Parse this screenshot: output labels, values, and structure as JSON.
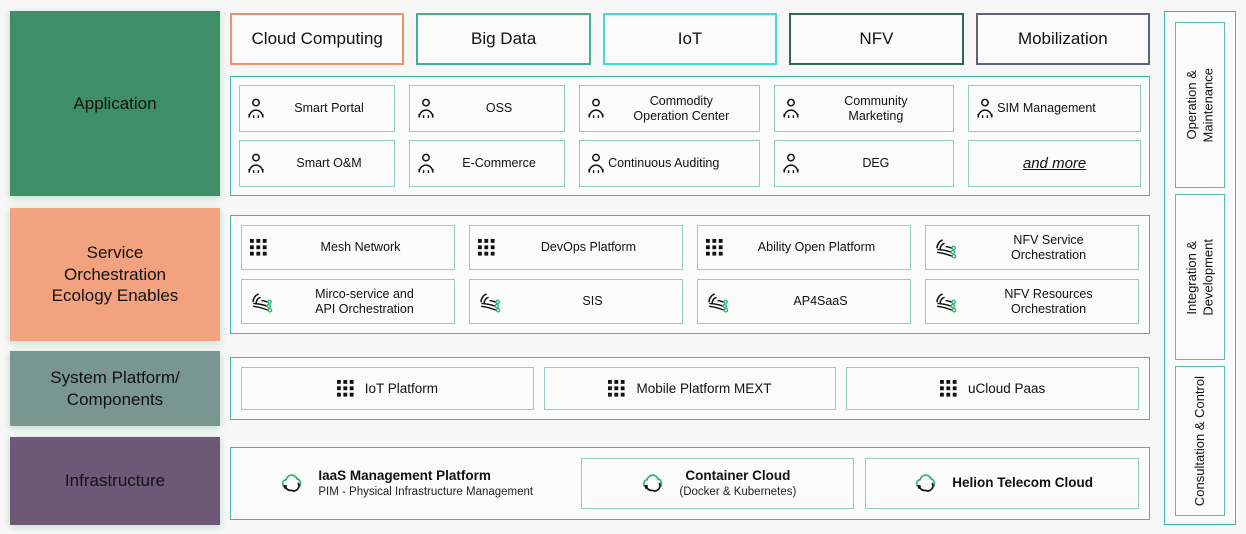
{
  "layers": [
    {
      "key": "application",
      "label": "Application",
      "color": "#3f8f66"
    },
    {
      "key": "service",
      "label": "Service\nOrchestration\nEcology Enables",
      "color": "#f2a27e"
    },
    {
      "key": "system",
      "label": "System Platform/\nComponents",
      "color": "#7a9691"
    },
    {
      "key": "infrastructure",
      "label": "Infrastructure",
      "color": "#6e5878"
    }
  ],
  "categories": [
    {
      "label": "Cloud Computing",
      "color": "#ef8f6b"
    },
    {
      "label": "Big Data",
      "color": "#3fb093"
    },
    {
      "label": "IoT",
      "color": "#40dcd2"
    },
    {
      "label": "NFV",
      "color": "#2b6b55"
    },
    {
      "label": "Mobilization",
      "color": "#5c6672"
    }
  ],
  "application": {
    "tiles": [
      {
        "label": "Smart Portal",
        "icon": "person-icon",
        "style": "normal"
      },
      {
        "label": "OSS",
        "icon": "person-icon",
        "style": "normal"
      },
      {
        "label": "Commodity\nOperation Center",
        "icon": "person-icon",
        "style": "normal"
      },
      {
        "label": "Community\nMarketing",
        "icon": "person-icon",
        "style": "normal"
      },
      {
        "label": "SIM Management",
        "icon": "person-icon",
        "style": "tight"
      },
      {
        "label": "Smart O&M",
        "icon": "person-icon",
        "style": "normal"
      },
      {
        "label": "E-Commerce",
        "icon": "person-icon",
        "style": "normal"
      },
      {
        "label": "Continuous Auditing",
        "icon": "person-icon",
        "style": "tight"
      },
      {
        "label": "DEG",
        "icon": "person-icon",
        "style": "normal"
      },
      {
        "label": "and more",
        "icon": "none",
        "style": "and-more"
      }
    ]
  },
  "service": {
    "tiles": [
      {
        "label": "Mesh Network",
        "icon": "grid-dots-icon"
      },
      {
        "label": "DevOps Platform",
        "icon": "grid-dots-icon"
      },
      {
        "label": "Ability Open Platform",
        "icon": "grid-dots-icon"
      },
      {
        "label": "NFV Service\nOrchestration",
        "icon": "orchestration-icon"
      },
      {
        "label": "Mirco-service and\nAPI Orchestration",
        "icon": "orchestration-icon"
      },
      {
        "label": "SIS",
        "icon": "orchestration-icon"
      },
      {
        "label": "AP4SaaS",
        "icon": "orchestration-icon"
      },
      {
        "label": "NFV Resources\nOrchestration",
        "icon": "orchestration-icon"
      }
    ]
  },
  "system": {
    "tiles": [
      {
        "label": "IoT Platform",
        "icon": "grid-dots-icon"
      },
      {
        "label": "Mobile Platform MEXT",
        "icon": "grid-dots-icon"
      },
      {
        "label": "uCloud Paas",
        "icon": "grid-dots-icon"
      }
    ]
  },
  "infrastructure": {
    "tiles": [
      {
        "title": "IaaS Management Platform",
        "subtitle": "PIM - Physical Infrastructure Management",
        "icon": "cloud-sync-icon",
        "bordered": false,
        "center": false
      },
      {
        "title": "Container Cloud",
        "subtitle": "(Docker & Kubernetes)",
        "icon": "cloud-sync-icon",
        "bordered": true,
        "center": true
      },
      {
        "title": "Helion Telecom Cloud",
        "subtitle": "",
        "icon": "cloud-sync-icon",
        "bordered": true,
        "center": false
      }
    ]
  },
  "sidebar": {
    "panels": [
      {
        "label": "Operation &\nMaintenance"
      },
      {
        "label": "Integration &\nDevelopment"
      },
      {
        "label": "Consultation & Control"
      }
    ]
  },
  "colors": {
    "teal_border": "#3fb9a0",
    "inner_border": "#8ecfc4",
    "tile_bg": "#fbfbfb",
    "canvas_bg": "#f7f7f7",
    "icon_green": "#2bb673"
  }
}
